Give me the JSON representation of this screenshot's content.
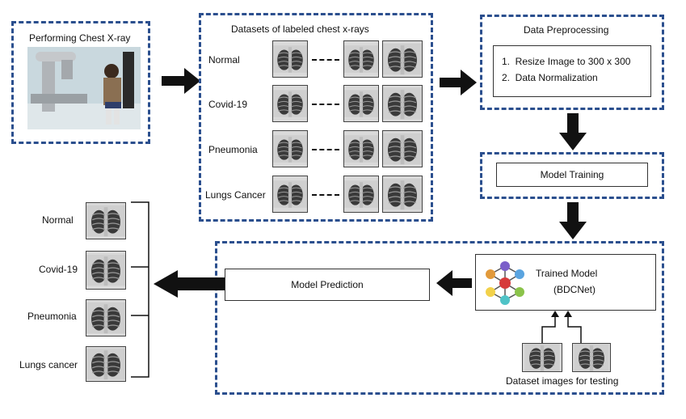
{
  "panels": {
    "acquisition": {
      "title": "Performing Chest X-ray"
    },
    "datasets": {
      "title": "Datasets of labeled chest x-rays",
      "classes": [
        "Normal",
        "Covid-19",
        "Pneumonia",
        "Lungs Cancer"
      ]
    },
    "preprocessing": {
      "title": "Data Preprocessing",
      "steps": [
        "1.  Resize Image to 300 x 300",
        "2.  Data Normalization"
      ]
    },
    "training": {
      "label": "Model Training"
    },
    "trained_model": {
      "line1": "Trained Model",
      "line2": "(BDCNet)"
    },
    "prediction": {
      "label": "Model Prediction"
    },
    "testing": {
      "caption": "Dataset images for testing"
    },
    "outputs": {
      "classes": [
        "Normal",
        "Covid-19",
        "Pneumonia",
        "Lungs cancer"
      ]
    }
  },
  "colors": {
    "dash_border": "#2b4f8e",
    "arrow": "#111111"
  },
  "icons": {
    "network": "neural-network-icon",
    "xray": "chest-xray-thumbnail"
  }
}
